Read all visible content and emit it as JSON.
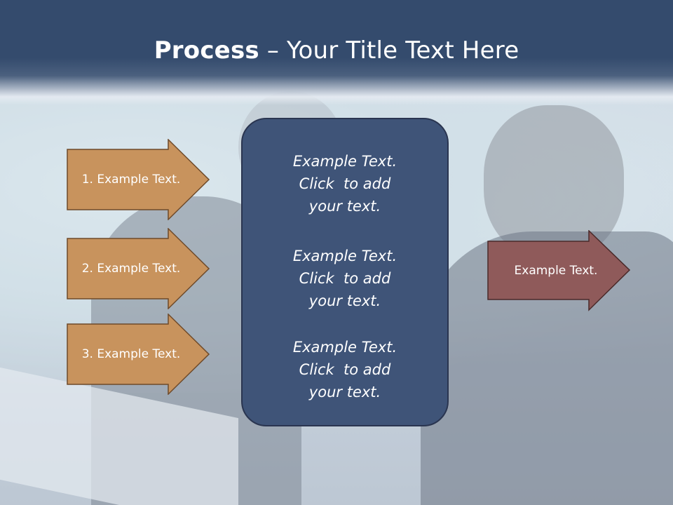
{
  "title": {
    "bold": "Process",
    "rest": " – Your Title Text Here"
  },
  "left_arrows": [
    {
      "label": "1. Example Text."
    },
    {
      "label": "2. Example Text."
    },
    {
      "label": "3. Example Text."
    }
  ],
  "center_blocks": [
    {
      "line1": "Example Text.",
      "line2": "Click  to add",
      "line3": "your text."
    },
    {
      "line1": "Example Text.",
      "line2": "Click  to add",
      "line3": "your text."
    },
    {
      "line1": "Example Text.",
      "line2": "Click  to add",
      "line3": "your text."
    }
  ],
  "right_arrow": {
    "label": "Example Text."
  },
  "colors": {
    "title_band": "#344b6d",
    "left_arrow_fill": "#c8935d",
    "right_arrow_fill": "#8f5a5a",
    "center_box": "#3f5478"
  }
}
